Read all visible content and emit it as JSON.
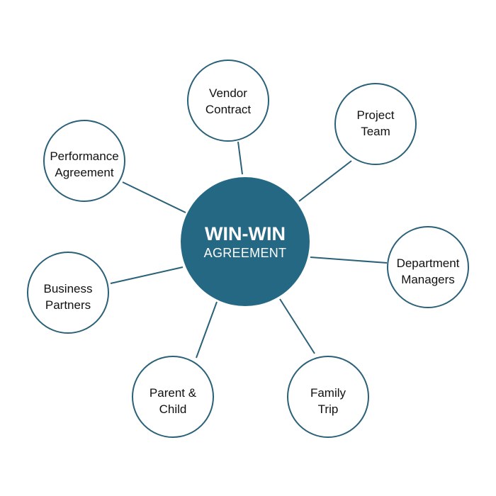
{
  "hub": {
    "title": "WIN-WIN",
    "subtitle": "AGREEMENT",
    "color": "#256883"
  },
  "line_color": "#2a6178",
  "nodes": [
    {
      "id": "vendor-contract",
      "line1": "Vendor",
      "line2": "Contract"
    },
    {
      "id": "project-team",
      "line1": "Project",
      "line2": "Team"
    },
    {
      "id": "performance-agreement",
      "line1": "Performance",
      "line2": "Agreement"
    },
    {
      "id": "department-managers",
      "line1": "Department",
      "line2": "Managers"
    },
    {
      "id": "business-partners",
      "line1": "Business",
      "line2": "Partners"
    },
    {
      "id": "parent-child",
      "line1": "Parent &",
      "line2": "Child"
    },
    {
      "id": "family-trip",
      "line1": "Family",
      "line2": "Trip"
    }
  ]
}
